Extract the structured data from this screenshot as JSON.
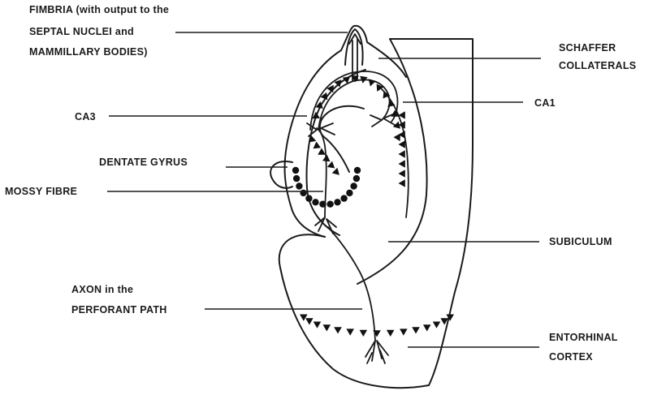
{
  "labels": {
    "fimbria_line1": "FIMBRIA (with output to the",
    "fimbria_line2": "SEPTAL NUCLEI and",
    "fimbria_line3": "MAMMILLARY BODIES)",
    "schaffer_line1": "SCHAFFER",
    "schaffer_line2": "COLLATERALS",
    "ca1": "CA1",
    "ca3": "CA3",
    "dentate_gyrus": "DENTATE GYRUS",
    "mossy_fibre": "MOSSY FIBRE",
    "subiculum": "SUBICULUM",
    "axon_line1": "AXON in the",
    "axon_line2": "PERFORANT PATH",
    "entorhinal_line1": "ENTORHINAL",
    "entorhinal_line2": "CORTEX"
  },
  "colors": {
    "ink": "#1a1a1a",
    "background": "#ffffff"
  }
}
